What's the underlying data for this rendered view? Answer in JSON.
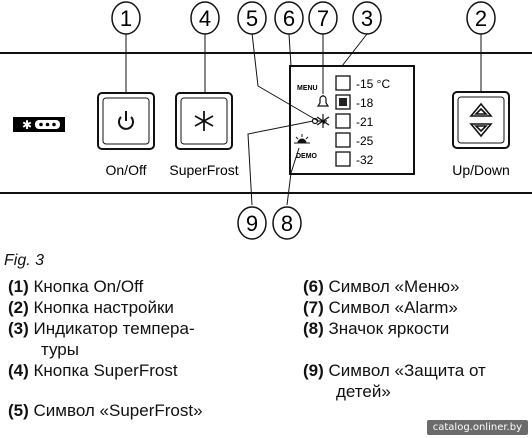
{
  "callouts": [
    "1",
    "4",
    "5",
    "6",
    "7",
    "3",
    "2",
    "9",
    "8"
  ],
  "buttons": {
    "onoff_label": "On/Off",
    "superfrost_label": "SuperFrost",
    "updown_label": "Up/Down"
  },
  "panel": {
    "menu_label": "MENU",
    "demo_label": "DEMO",
    "temps": [
      "-15 °C",
      "-18",
      "-21",
      "-25",
      "-32"
    ],
    "active_temp": "-18"
  },
  "figure_caption": "Fig. 3",
  "legend_left": [
    {
      "num": "(1)",
      "text": "Кнопка On/Off"
    },
    {
      "num": "(2)",
      "text": "Кнопка настройки"
    },
    {
      "num": "(3)",
      "text": "Индикатор темпера-",
      "cont": "туры"
    },
    {
      "num": "(4)",
      "text": "Кнопка SuperFrost"
    },
    {
      "num": "(5)",
      "text": "Символ «SuperFrost»"
    }
  ],
  "legend_right": [
    {
      "num": "(6)",
      "text": "Символ «Меню»"
    },
    {
      "num": "(7)",
      "text": "Символ «Alarm»"
    },
    {
      "num": "(8)",
      "text": "Значок яркости"
    },
    {
      "num": "(9)",
      "text": "Символ «Защита от",
      "cont": "детей»"
    }
  ],
  "watermark": "catalog.onliner.by",
  "icons": [
    "power-icon",
    "snowflake-icon",
    "up-down-arrows-icon",
    "bell-icon",
    "key-icon",
    "brightness-icon",
    "snowflake-dots-badge"
  ]
}
